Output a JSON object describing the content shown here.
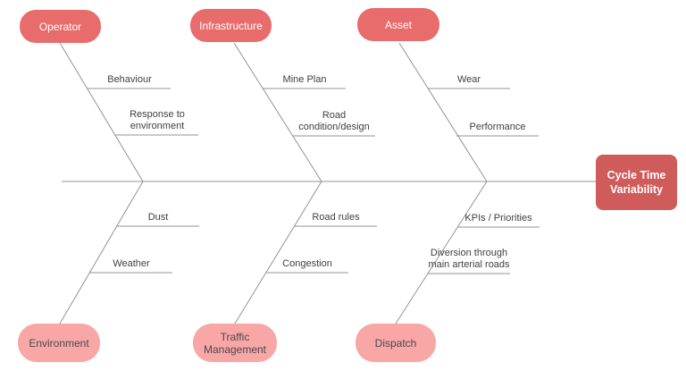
{
  "effect": {
    "label": "Cycle Time\nVariability"
  },
  "categories": {
    "top": [
      {
        "label": "Operator",
        "causes": [
          "Behaviour",
          "Response to\nenvironment"
        ]
      },
      {
        "label": "Infrastructure",
        "causes": [
          "Mine Plan",
          "Road\ncondition/design"
        ]
      },
      {
        "label": "Asset",
        "causes": [
          "Wear",
          "Performance"
        ]
      }
    ],
    "bottom": [
      {
        "label": "Environment",
        "causes": [
          "Dust",
          "Weather"
        ]
      },
      {
        "label": "Traffic\nManagement",
        "causes": [
          "Road rules",
          "Congestion"
        ]
      },
      {
        "label": "Dispatch",
        "causes": [
          "KPIs / Priorities",
          "Diversion through\nmain arterial roads"
        ]
      }
    ]
  },
  "colors": {
    "category_top_fill": "#E86C6C",
    "category_bottom_fill": "#F9A6A6",
    "effect_fill": "#CF5B5B",
    "bone_line": "#939393",
    "label_text": "#404040",
    "category_top_text": "#FFFFFF",
    "category_bottom_text": "#4A4A4A"
  }
}
